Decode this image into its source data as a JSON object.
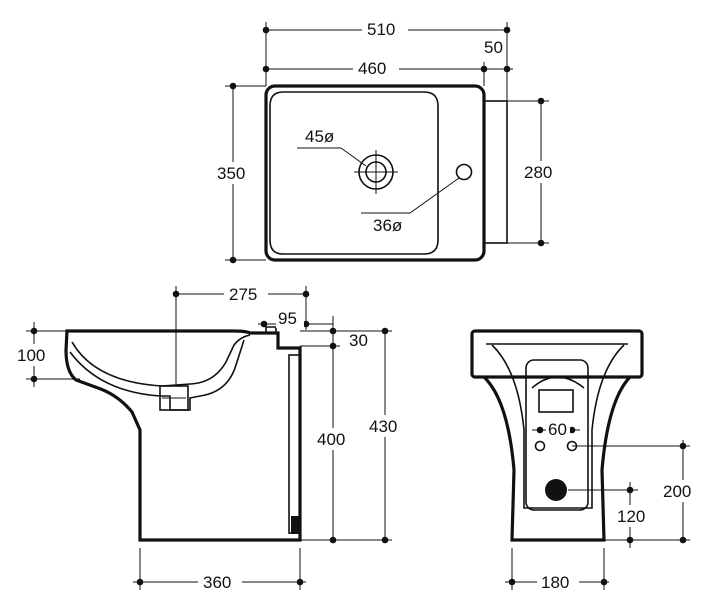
{
  "top_view": {
    "overall_width": "510",
    "bowl_width": "460",
    "rear_offset": "50",
    "depth": "350",
    "rear_depth": "280",
    "tap_hole": "45ø",
    "overflow_hole": "36ø"
  },
  "side_view": {
    "outlet_offset": "275",
    "rear_step": "95",
    "bowl_height": "100",
    "step_height": "30",
    "pedestal_height": "400",
    "total_height": "430",
    "base_width": "360"
  },
  "rear_view": {
    "bolt_spacing": "60",
    "drain_height": "200",
    "drain_offset": "120",
    "base_width": "180"
  },
  "colors": {
    "ink": "#111111",
    "paper": "#ffffff"
  }
}
